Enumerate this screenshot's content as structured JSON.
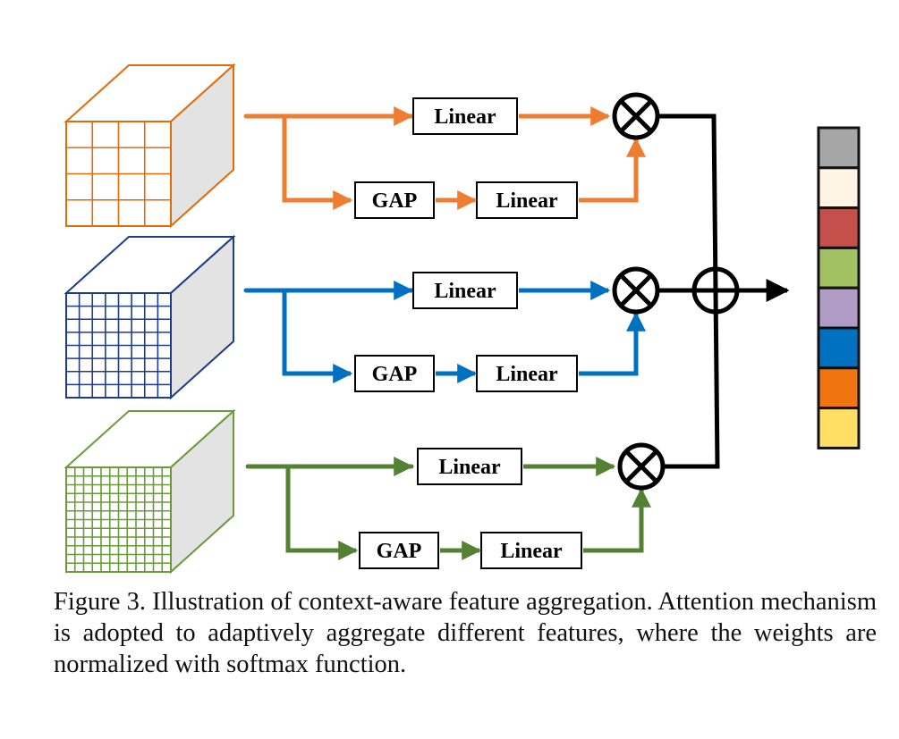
{
  "figure": {
    "branches": [
      {
        "name": "branch-1",
        "color": "#ED7D31",
        "cube_color": "#E36C0A",
        "grid": 4,
        "blocks": [
          "Linear",
          "GAP",
          "Linear"
        ]
      },
      {
        "name": "branch-2",
        "color": "#0070C0",
        "cube_color": "#1F3C88",
        "grid": 8,
        "blocks": [
          "Linear",
          "GAP",
          "Linear"
        ]
      },
      {
        "name": "branch-3",
        "color": "#548235",
        "cube_color": "#6A9A3A",
        "grid": 12,
        "blocks": [
          "Linear",
          "GAP",
          "Linear"
        ]
      }
    ],
    "multiply_symbol": "multiply",
    "sum_symbol": "sum",
    "output_vector_colors": [
      "#A6A6A6",
      "#FFF4E6",
      "#C5504B",
      "#A2C163",
      "#B09CC4",
      "#0070C0",
      "#F07510",
      "#FFDF66"
    ]
  },
  "caption": "Figure 3. Illustration of context-aware feature aggregation. Attention mechanism is adopted to adaptively aggregate different features, where the weights are normalized with softmax function."
}
